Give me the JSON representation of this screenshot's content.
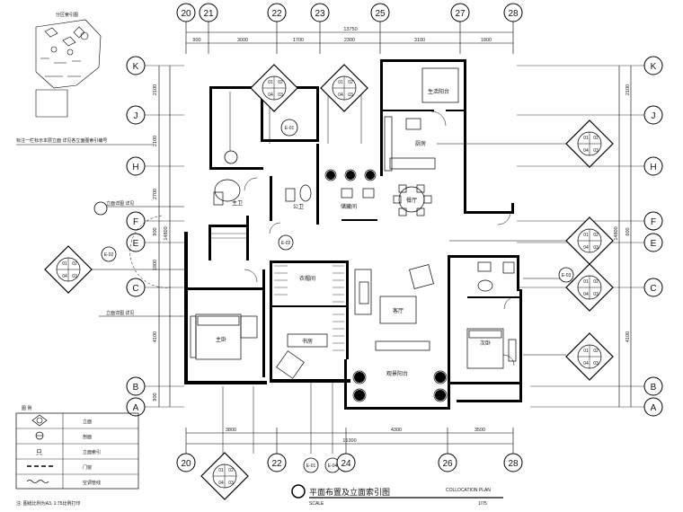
{
  "grid": {
    "columns": [
      "20",
      "21",
      "22",
      "23",
      "25",
      "27",
      "28"
    ],
    "columns_bottom": [
      "20",
      "22",
      "24",
      "26",
      "28"
    ],
    "rows": [
      "K",
      "J",
      "H",
      "F",
      "E",
      "C",
      "B",
      "A"
    ]
  },
  "dimensions": {
    "top": [
      "900",
      "3000",
      "1700",
      "2300",
      "3100",
      "1800"
    ],
    "top_total": "13750",
    "bottom": [
      "3800",
      "4300",
      "3500"
    ],
    "bottom_total": "15300",
    "left": [
      "2100",
      "2100",
      "2700",
      "900",
      "1800",
      "4100",
      "900"
    ],
    "left_total": "14800",
    "right": [
      "2100",
      "600",
      "4100"
    ],
    "right_total": "14800"
  },
  "rooms": {
    "dining": "餐厅",
    "kitchen": "厨房",
    "living": "客厅",
    "master_bed": "主卧",
    "second_bed": "次卧",
    "study": "书房",
    "bath1": "主卫",
    "bath2": "公卫",
    "balcony": "观景阳台",
    "storage": "储藏间",
    "cloak": "衣帽间",
    "service": "生活阳台"
  },
  "notes": {
    "keyplan_title": "分区索引图",
    "keyplan_note": "标注一栏标示本层立面  详见各立面图索引编号",
    "door_note_a": "立面详图 详见",
    "door_note_b": "立面详图 详见"
  },
  "legend": {
    "title": "图 例",
    "items": [
      "立面",
      "剖面",
      "立面索引",
      "门窗",
      "空调管线"
    ]
  },
  "footer": {
    "plan_title": "平面布置及立面索引图",
    "scale_label": "SCALE",
    "scale_value": "1/75",
    "collocation": "COLLOCATION PLAN",
    "bottom_note": "注: 图纸比例为A3, 1:75比例打印"
  },
  "tags": {
    "a": "E-01",
    "b": "E-02",
    "c": "E-03",
    "d": "E-04",
    "n1": "01",
    "n2": "02",
    "n3": "03",
    "n4": "04"
  },
  "colors": {
    "ink": "#000000",
    "paper": "#ffffff",
    "hatch": "#333333"
  }
}
